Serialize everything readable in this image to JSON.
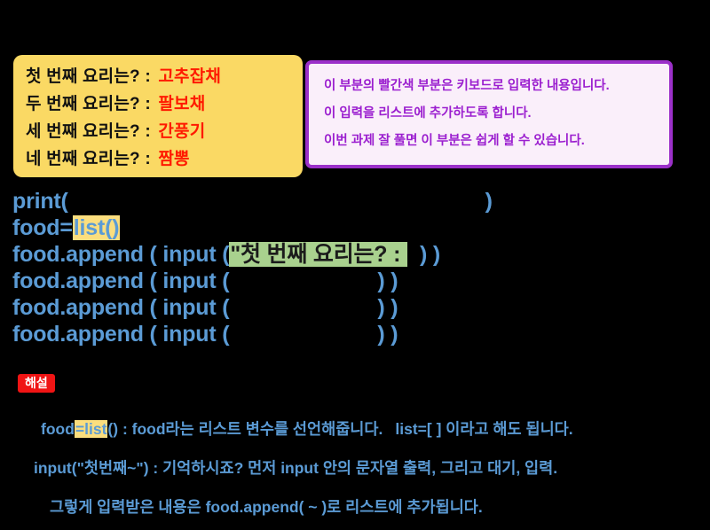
{
  "output_panel": {
    "name": "program-output",
    "bg_color": "#FAD964",
    "prompt_color": "#111111",
    "typed_color": "#FF1A00",
    "lines": [
      {
        "prompt": "첫 번째 요리는? : ",
        "answer": "고추잡채"
      },
      {
        "prompt": "두 번째 요리는? : ",
        "answer": "팔보채"
      },
      {
        "prompt": "세 번째 요리는? : ",
        "answer": "간풍기"
      },
      {
        "prompt": "네 번째 요리는? : ",
        "answer": "짬뽕"
      }
    ]
  },
  "note_panel": {
    "border_color": "#9B30C9",
    "bg_color": "#FAEFFA",
    "text_color": "#9B1FCF",
    "lines": [
      "이 부분의 빨간색 부분은 키보드로 입력한 내용입니다.",
      "이 입력을 리스트에 추가하도록 합니다.",
      "이번 과제 잘 풀면 이 부분은 쉽게 할 수 있습니다."
    ]
  },
  "code": {
    "text_color": "#5B9BD5",
    "highlight_yellow": "#FBDE7E",
    "highlight_green": "#A9D18E",
    "line1_print_open": "print(",
    "line1_close": ")",
    "line2_food": "food=",
    "line2_list": "list()",
    "line3_prefix": "food.append ( input (",
    "line3_prompt": "\"첫 번째 요리는? : ",
    "line3_suffix": ") )",
    "line4_prefix": "food.append ( input (",
    "line4_suffix": ") )",
    "line5_prefix": "food.append ( input (",
    "line5_suffix": ") )",
    "line6_prefix": "food.append ( input (",
    "line6_suffix": ") )"
  },
  "explanation": {
    "badge_label": "해설",
    "badge_bg": "#F01414",
    "badge_text_color": "#FFFFFF",
    "text_color": "#5B9BD5",
    "line1_a": "food",
    "line1_b": "=list",
    "line1_c": "() : food라는 리스트 변수를 선언해줍니다.",
    "line1_d": "list=[ ] 이라고 해도 됩니다.",
    "line2": "input(\"첫번째~\") : 기억하시죠? 먼저 input 안의 문자열 출력, 그리고 대기, 입력.",
    "line3": "그렇게 입력받은 내용은 food.append( ~ )로 리스트에 추가됩니다."
  }
}
